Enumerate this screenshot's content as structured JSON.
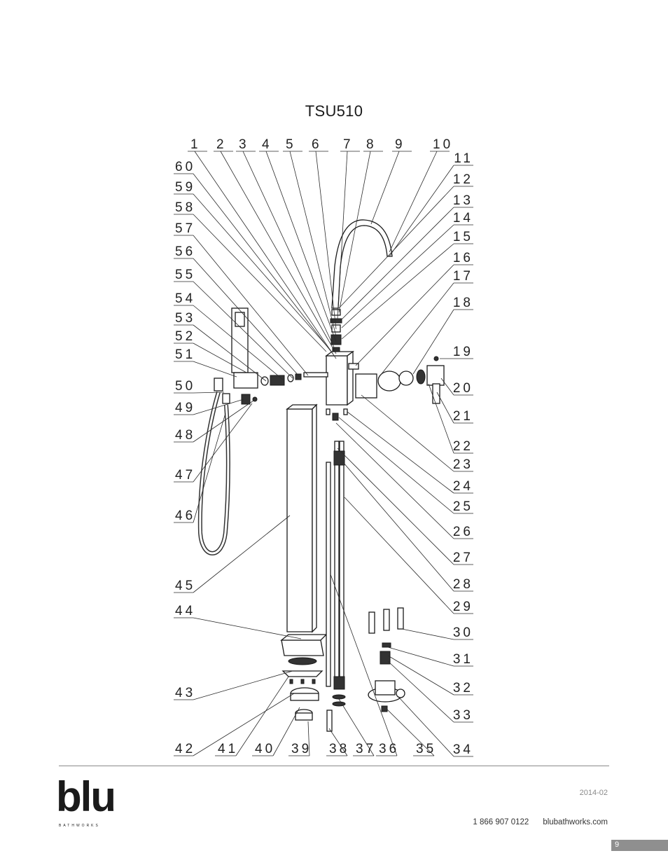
{
  "title": "TSU510",
  "labels_top": [
    "1",
    "2",
    "3",
    "4",
    "5",
    "6",
    "7",
    "8",
    "9",
    "10"
  ],
  "labels_left": [
    "60",
    "59",
    "58",
    "57",
    "56",
    "55",
    "54",
    "53",
    "52",
    "51",
    "50",
    "49",
    "48",
    "47",
    "46",
    "45",
    "44",
    "43",
    "42"
  ],
  "labels_right": [
    "11",
    "12",
    "13",
    "14",
    "15",
    "16",
    "17",
    "18",
    "19",
    "20",
    "21",
    "22",
    "23",
    "24",
    "25",
    "26",
    "27",
    "28",
    "29",
    "30",
    "31",
    "32",
    "33",
    "34"
  ],
  "labels_bottom": [
    "41",
    "40",
    "39",
    "38",
    "37",
    "36",
    "35"
  ],
  "footer": {
    "logo": "blu",
    "logo_sub": "BATHWORKS",
    "date": "2014-02",
    "phone": "1 866 907 0122",
    "website": "blubathworks.com",
    "page": "9"
  }
}
